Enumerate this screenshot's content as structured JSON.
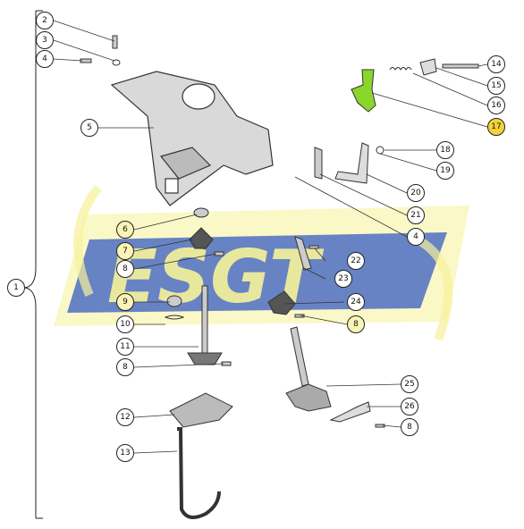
{
  "diagram": {
    "watermark": "ESGT",
    "highlight_color": "#f4d23a",
    "highlight_part_color": "#8bd62a",
    "watermark_blue": "#2f56b8",
    "watermark_yellow": "#f5f088",
    "callouts": [
      {
        "id": "c1",
        "label": "1",
        "style": ""
      },
      {
        "id": "c2",
        "label": "2",
        "style": ""
      },
      {
        "id": "c3",
        "label": "3",
        "style": ""
      },
      {
        "id": "c4a",
        "label": "4",
        "style": ""
      },
      {
        "id": "c5",
        "label": "5",
        "style": ""
      },
      {
        "id": "c6",
        "label": "6",
        "style": "hl2"
      },
      {
        "id": "c7",
        "label": "7",
        "style": "hl2"
      },
      {
        "id": "c8a",
        "label": "8",
        "style": ""
      },
      {
        "id": "c9",
        "label": "9",
        "style": "hl2"
      },
      {
        "id": "c10",
        "label": "10",
        "style": ""
      },
      {
        "id": "c11",
        "label": "11",
        "style": ""
      },
      {
        "id": "c8b",
        "label": "8",
        "style": ""
      },
      {
        "id": "c12",
        "label": "12",
        "style": ""
      },
      {
        "id": "c13",
        "label": "13",
        "style": ""
      },
      {
        "id": "c14",
        "label": "14",
        "style": ""
      },
      {
        "id": "c15",
        "label": "15",
        "style": ""
      },
      {
        "id": "c16",
        "label": "16",
        "style": ""
      },
      {
        "id": "c17",
        "label": "17",
        "style": "hl"
      },
      {
        "id": "c18",
        "label": "18",
        "style": ""
      },
      {
        "id": "c19",
        "label": "19",
        "style": ""
      },
      {
        "id": "c20",
        "label": "20",
        "style": ""
      },
      {
        "id": "c21",
        "label": "21",
        "style": ""
      },
      {
        "id": "c4b",
        "label": "4",
        "style": ""
      },
      {
        "id": "c22",
        "label": "22",
        "style": ""
      },
      {
        "id": "c23",
        "label": "23",
        "style": ""
      },
      {
        "id": "c24",
        "label": "24",
        "style": ""
      },
      {
        "id": "c8c",
        "label": "8",
        "style": "hl2"
      },
      {
        "id": "c25",
        "label": "25",
        "style": ""
      },
      {
        "id": "c26",
        "label": "26",
        "style": ""
      },
      {
        "id": "c8d",
        "label": "8",
        "style": ""
      }
    ]
  }
}
